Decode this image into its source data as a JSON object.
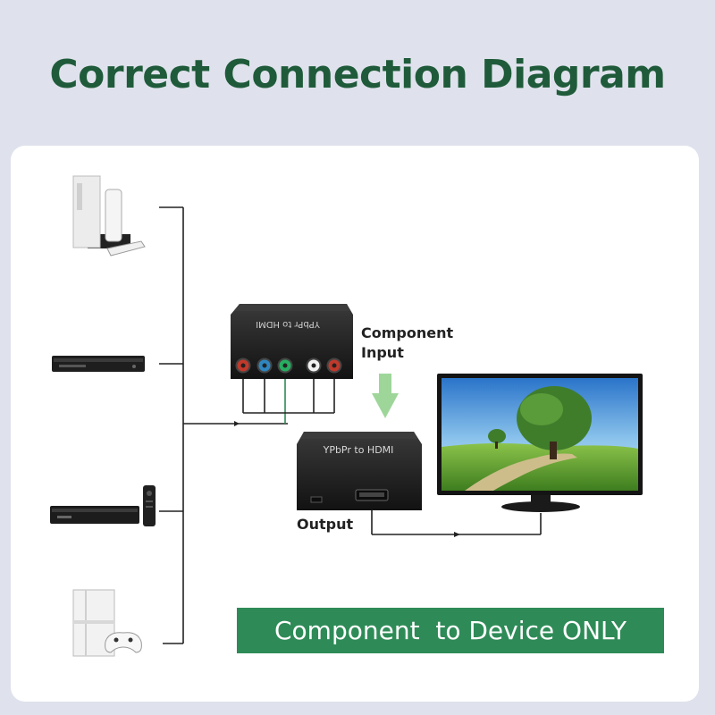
{
  "title": "Correct Connection Diagram",
  "labels": {
    "component_input_line1": "Component",
    "component_input_line2": "Input",
    "output": "Output"
  },
  "banner": "Component  to Device ONLY",
  "converter_back_text": "YPbPr to HDMI",
  "converter_front_text": "YPbPr to HDMI",
  "colors": {
    "title": "#1f5b3a",
    "banner_bg": "#2e8b57",
    "arrow": "#9ed69a",
    "jack_red": "#c0392b",
    "jack_blue": "#2e86c1",
    "jack_green": "#27ae60",
    "jack_white": "#f2f2f2"
  },
  "icons": [
    "wii-console-icon",
    "dvd-player-icon",
    "set-top-box-icon",
    "ps4-console-icon",
    "tv-monitor-icon"
  ]
}
